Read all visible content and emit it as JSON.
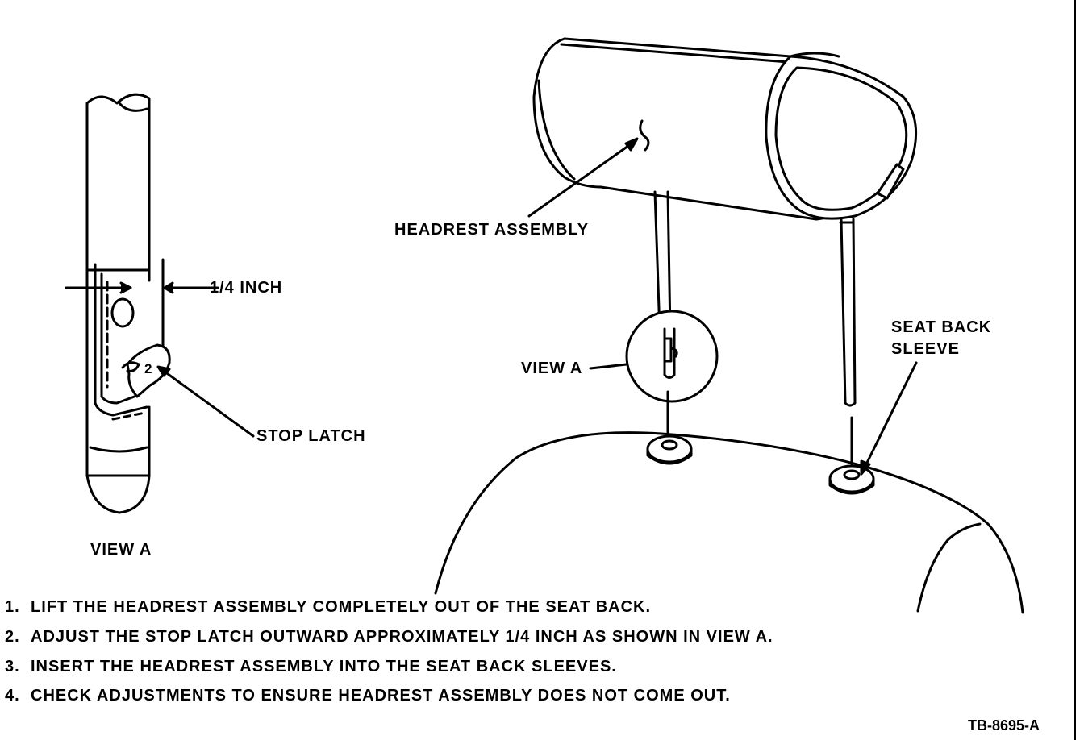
{
  "labels": {
    "headrest_assembly": "HEADREST ASSEMBLY",
    "quarter_inch": "1/4 INCH",
    "stop_latch": "STOP LATCH",
    "view_a_detail": "VIEW A",
    "view_a_caption": "VIEW A",
    "seat_back_sleeve_line1": "SEAT BACK",
    "seat_back_sleeve_line2": "SLEEVE",
    "latch_mark": "2"
  },
  "steps": [
    {
      "num": "1.",
      "text": "LIFT THE HEADREST ASSEMBLY COMPLETELY OUT OF THE SEAT BACK."
    },
    {
      "num": "2.",
      "text": "ADJUST THE STOP LATCH OUTWARD APPROXIMATELY 1/4 INCH AS SHOWN IN  VIEW A."
    },
    {
      "num": "3.",
      "text": "INSERT THE HEADREST ASSEMBLY INTO THE SEAT BACK SLEEVES."
    },
    {
      "num": "4.",
      "text": "CHECK ADJUSTMENTS TO ENSURE HEADREST ASSEMBLY DOES NOT COME OUT."
    }
  ],
  "figure_id": "TB-8695-A"
}
